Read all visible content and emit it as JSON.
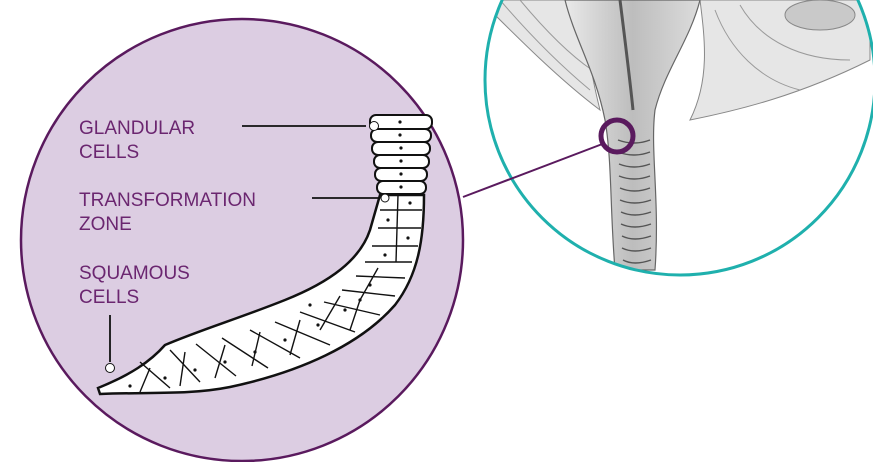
{
  "labels": {
    "glandular_line1": "GLANDULAR",
    "glandular_line2": "CELLS",
    "transformation_line1": "TRANSFORMATION",
    "transformation_line2": "ZONE",
    "squamous_line1": "SQUAMOUS",
    "squamous_line2": "CELLS"
  },
  "colors": {
    "magnified_fill": "#dccde2",
    "magnified_border": "#5a1a5e",
    "label_text": "#6b2670",
    "inset_border": "#1fb0ad",
    "highlight_ring": "#5a1a5e",
    "cell_outline": "#111111"
  }
}
